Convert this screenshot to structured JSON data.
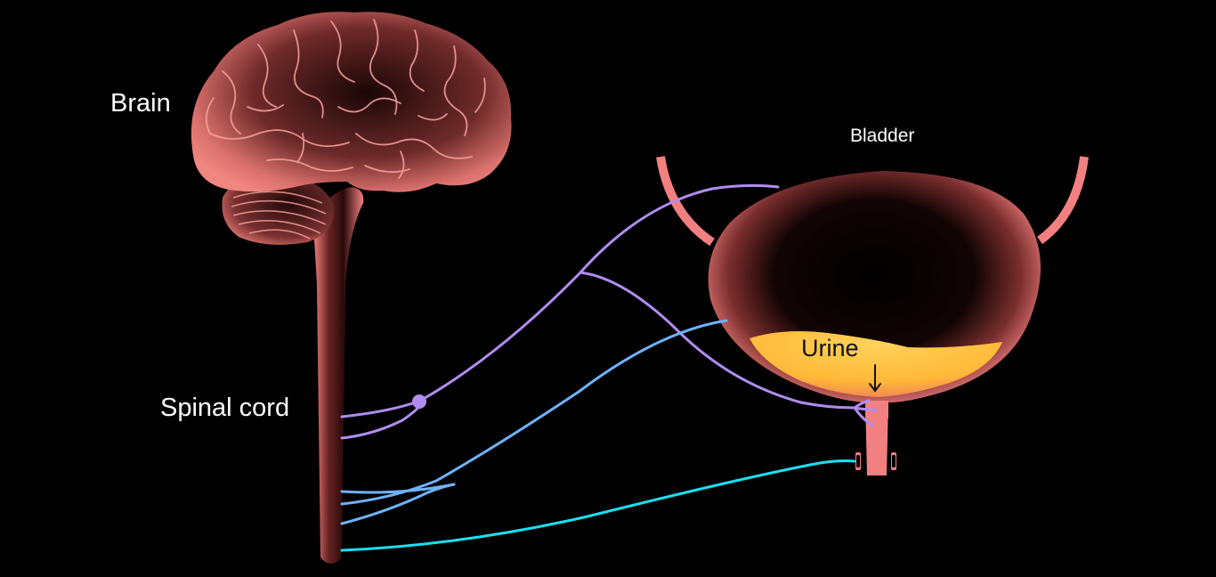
{
  "labels": {
    "brain": "Brain",
    "spinal_cord": "Spinal cord",
    "bladder": "Bladder",
    "urine": "Urine"
  },
  "colors": {
    "background": "#000000",
    "tissue": "#f28080",
    "urine": "#ffc24a",
    "nerve_purple": "#b08cf0",
    "nerve_blue": "#6fb2ff",
    "nerve_cyan": "#19e0f2",
    "label_text": "#ffffff"
  }
}
